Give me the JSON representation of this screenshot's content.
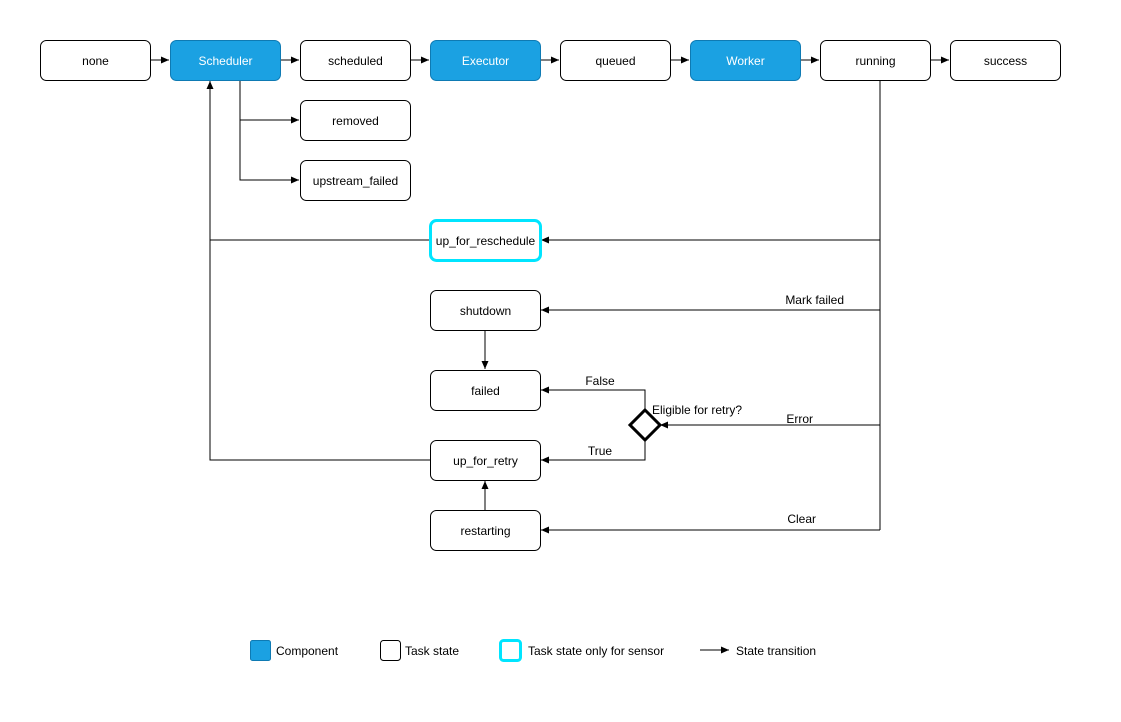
{
  "colors": {
    "component_fill": "#1ba1e2",
    "component_text": "#ffffff",
    "state_fill": "#ffffff",
    "state_border": "#000000",
    "sensor_border": "#00e5ff",
    "line": "#000000"
  },
  "nodes": {
    "none": "none",
    "scheduler": "Scheduler",
    "scheduled": "scheduled",
    "executor": "Executor",
    "queued": "queued",
    "worker": "Worker",
    "running": "running",
    "success": "success",
    "removed": "removed",
    "upstream_failed": "upstream_failed",
    "up_for_reschedule": "up_for_reschedule",
    "shutdown": "shutdown",
    "failed": "failed",
    "up_for_retry": "up_for_retry",
    "restarting": "restarting"
  },
  "decision": {
    "label": "Eligible for retry?"
  },
  "edge_labels": {
    "mark_failed": "Mark failed",
    "error": "Error",
    "false": "False",
    "true": "True",
    "clear": "Clear"
  },
  "legend": {
    "component": "Component",
    "task_state": "Task state",
    "sensor_state": "Task state only for sensor",
    "transition": "State transition"
  }
}
